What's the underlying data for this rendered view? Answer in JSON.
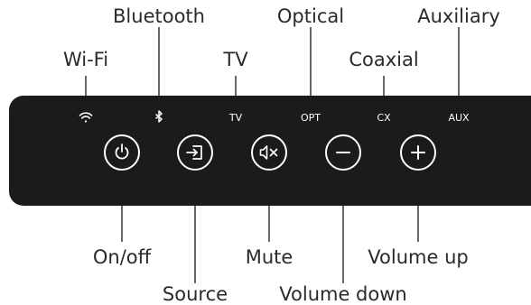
{
  "indicators": {
    "wifi_label": "Wi-Fi",
    "bluetooth_label": "Bluetooth",
    "tv_label": "TV",
    "optical_label": "Optical",
    "coaxial_label": "Coaxial",
    "auxiliary_label": "Auxiliary",
    "tv_text": "TV",
    "opt_text": "OPT",
    "cx_text": "CX",
    "aux_text": "AUX"
  },
  "buttons": {
    "onoff_label": "On/off",
    "source_label": "Source",
    "mute_label": "Mute",
    "volume_down_label": "Volume down",
    "volume_up_label": "Volume up"
  },
  "colors": {
    "panel": "#1b1b1b",
    "icon": "#ffffff",
    "leader": "#2a2a2a",
    "text": "#2a2a2a"
  }
}
